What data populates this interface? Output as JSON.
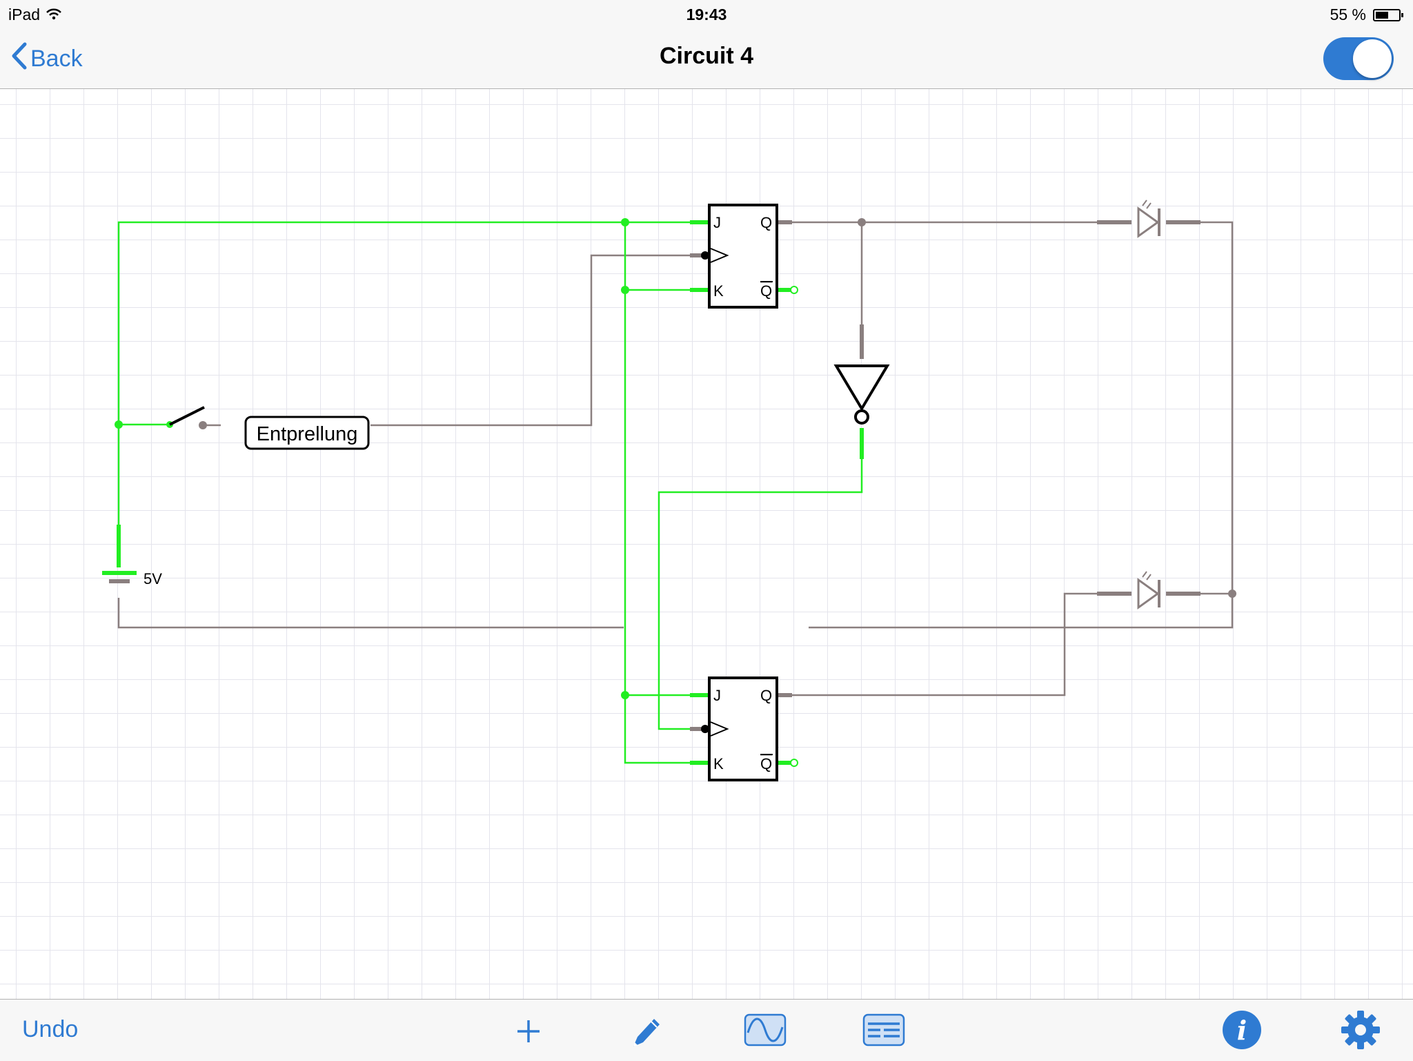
{
  "status_bar": {
    "device": "iPad",
    "time": "19:43",
    "battery": "55 %",
    "battery_level": 0.55
  },
  "nav": {
    "back_label": "Back",
    "title": "Circuit 4",
    "toggle_on": true
  },
  "circuit": {
    "components": {
      "debounce_label": "Entprellung",
      "battery_label": "5V",
      "ff_pin_j": "J",
      "ff_pin_k": "K",
      "ff_pin_q": "Q",
      "ff_pin_qbar": "Q"
    },
    "colors": {
      "active_wire": "#22ee22",
      "inactive_wire": "#8a7f7f",
      "component": "#000000"
    }
  },
  "toolbar": {
    "undo_label": "Undo",
    "icons": [
      "plus-icon",
      "pencil-icon",
      "waveform-icon",
      "list-icon",
      "info-icon",
      "gear-icon"
    ]
  },
  "accent_color": "#2f7bd2"
}
